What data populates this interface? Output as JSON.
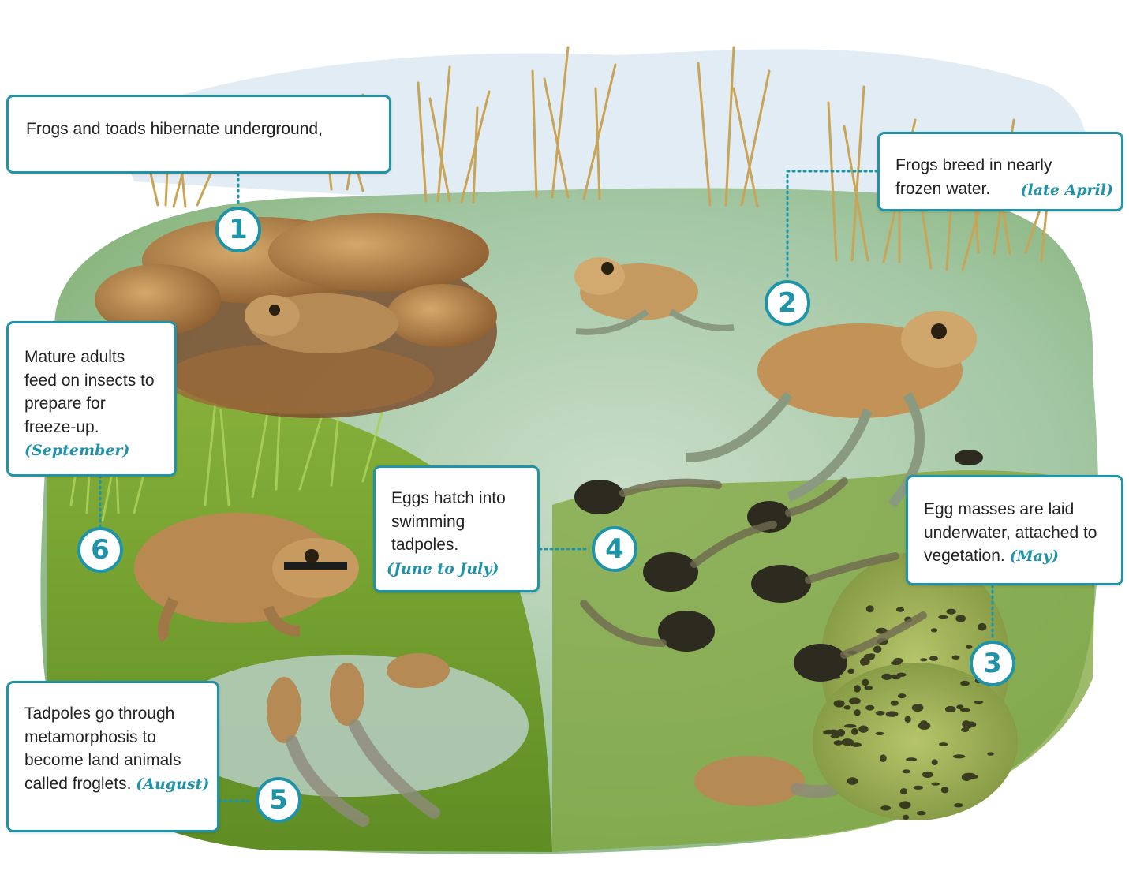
{
  "colors": {
    "accent": "#1f93a8",
    "water": "#a9cdb0",
    "grass": "#6f9a2e",
    "snow": "#dfeaf3"
  },
  "stages": [
    {
      "number": "1",
      "text": "Frogs and toads hibernate underground,",
      "time": ""
    },
    {
      "number": "2",
      "text": "Frogs breed in nearly frozen water.",
      "time": "(late April)"
    },
    {
      "number": "3",
      "text": "Egg masses are laid underwater, attached to vegetation.",
      "time": "(May)"
    },
    {
      "number": "4",
      "text": "Eggs hatch into swimming tadpoles.",
      "time": "(June to July)"
    },
    {
      "number": "5",
      "text": "Tadpoles go through metamorphosis to become land animals called froglets.",
      "time": "(August)"
    },
    {
      "number": "6",
      "text": "Mature adults feed on insects to prepare for freeze-up.",
      "time": "(September)"
    }
  ]
}
